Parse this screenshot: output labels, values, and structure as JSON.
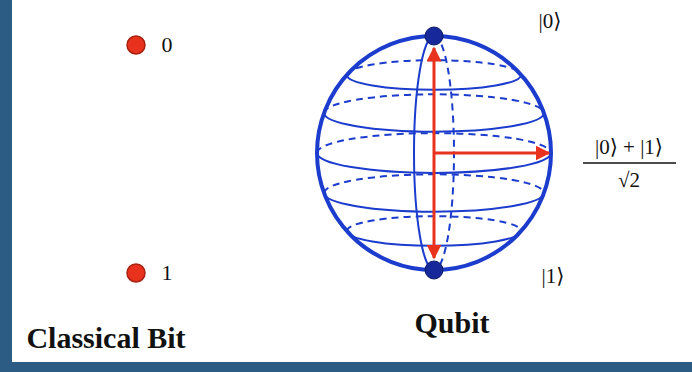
{
  "diagram": {
    "labels": [
      "0",
      "|0⟩",
      "|0⟩ + |1⟩",
      "√2",
      "1",
      "|1⟩",
      "Classical Bit",
      "Qubit"
    ]
  }
}
